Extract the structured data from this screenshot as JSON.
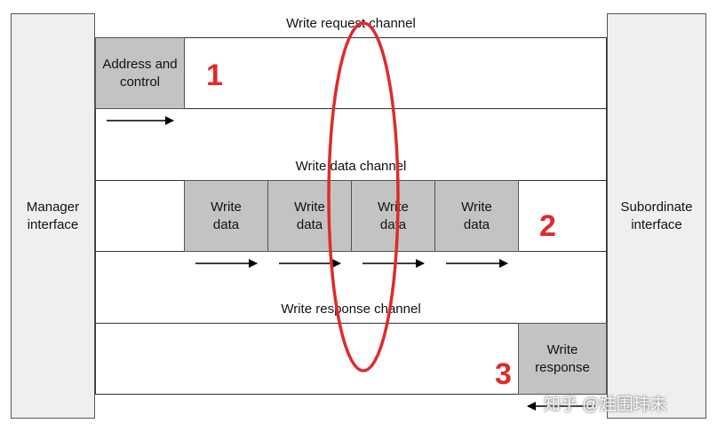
{
  "manager": "Manager\ninterface",
  "subordinate": "Subordinate\ninterface",
  "channels": {
    "request": "Write request channel",
    "data": "Write data channel",
    "response": "Write response channel"
  },
  "boxes": {
    "address": "Address and\ncontrol",
    "data": [
      "Write\ndata",
      "Write\ndata",
      "Write\ndata",
      "Write\ndata"
    ],
    "response": "Write\nresponse"
  },
  "numbers": [
    "1",
    "2",
    "3"
  ],
  "colors": {
    "highlight": "#e02a2a",
    "box": "#c3c3c3",
    "side": "#efefef"
  },
  "watermark": "知乎 @娃围玮未"
}
